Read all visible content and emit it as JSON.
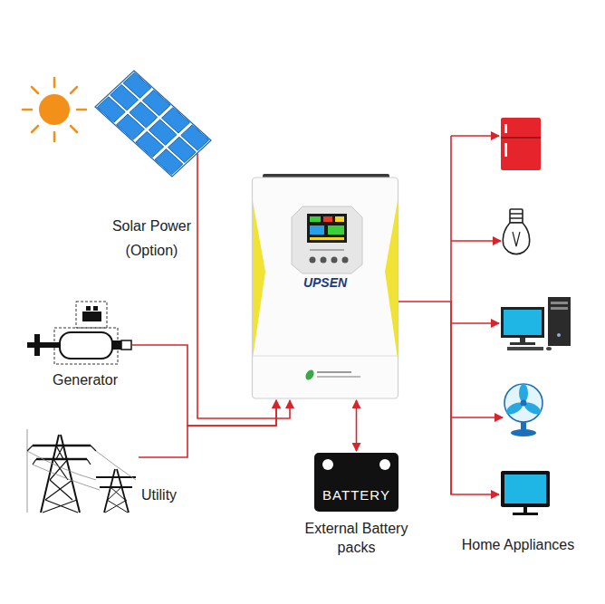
{
  "diagram": {
    "nodes": [
      {
        "text": [
          "Solar Power (Option)"
        ]
      },
      {
        "text": [
          "Generator"
        ]
      },
      {
        "text": [
          "Utility"
        ]
      },
      {
        "text": [
          "UPSEN"
        ]
      },
      {
        "text": [
          "BATTERY",
          "External Battery packs"
        ]
      },
      {
        "text": [
          "Home Appliances"
        ]
      }
    ],
    "edges": [
      {
        "from": 0,
        "to": 3,
        "arrow": "to"
      },
      {
        "from": 1,
        "to": 3,
        "arrow": "to"
      },
      {
        "from": 2,
        "to": 3,
        "arrow": "to"
      },
      {
        "from": 3,
        "to": 4,
        "arrow": "both"
      },
      {
        "from": 3,
        "to": 5,
        "arrow": "to"
      }
    ]
  }
}
